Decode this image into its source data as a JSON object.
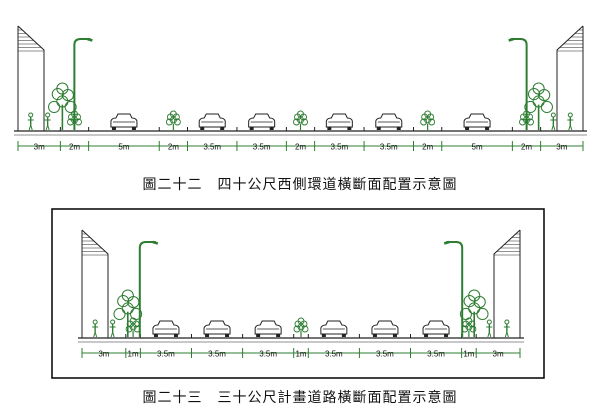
{
  "diagrams": [
    {
      "caption": "圖二十二　四十公尺西側環道橫斷面配置示意圖",
      "segments": [
        {
          "label": "3m",
          "meters": 3
        },
        {
          "label": "2m",
          "meters": 2
        },
        {
          "label": "5m",
          "meters": 5
        },
        {
          "label": "2m",
          "meters": 2
        },
        {
          "label": "3.5m",
          "meters": 3.5
        },
        {
          "label": "3.5m",
          "meters": 3.5
        },
        {
          "label": "2m",
          "meters": 2
        },
        {
          "label": "3.5m",
          "meters": 3.5
        },
        {
          "label": "3.5m",
          "meters": 3.5
        },
        {
          "label": "2m",
          "meters": 2
        },
        {
          "label": "5m",
          "meters": 5
        },
        {
          "label": "2m",
          "meters": 2
        },
        {
          "label": "3m",
          "meters": 3
        }
      ]
    },
    {
      "caption": "圖二十三　三十公尺計畫道路橫斷面配置示意圖",
      "segments": [
        {
          "label": "3m",
          "meters": 3
        },
        {
          "label": "1m",
          "meters": 1
        },
        {
          "label": "3.5m",
          "meters": 3.5
        },
        {
          "label": "3.5m",
          "meters": 3.5
        },
        {
          "label": "3.5m",
          "meters": 3.5
        },
        {
          "label": "1m",
          "meters": 1
        },
        {
          "label": "3.5m",
          "meters": 3.5
        },
        {
          "label": "3.5m",
          "meters": 3.5
        },
        {
          "label": "3.5m",
          "meters": 3.5
        },
        {
          "label": "1m",
          "meters": 1
        },
        {
          "label": "3m",
          "meters": 3
        }
      ]
    }
  ],
  "colors": {
    "line": "#2e7d32",
    "outline": "#222222",
    "frame": "#000000"
  }
}
